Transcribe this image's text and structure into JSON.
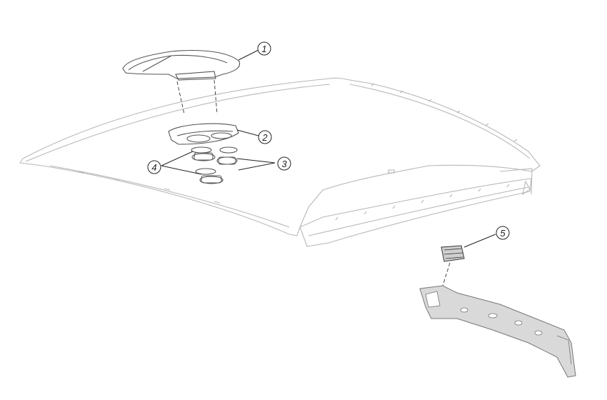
{
  "callouts": [
    {
      "id": "1",
      "label": "1"
    },
    {
      "id": "2",
      "label": "2"
    },
    {
      "id": "3",
      "label": "3"
    },
    {
      "id": "4",
      "label": "4"
    },
    {
      "id": "5",
      "label": "5"
    }
  ],
  "colors": {
    "panel_outline": "#b8b8b8",
    "part_outline": "#555555",
    "leader": "#222222",
    "bracket_fill": "#d9d9d9",
    "background": "#ffffff"
  }
}
